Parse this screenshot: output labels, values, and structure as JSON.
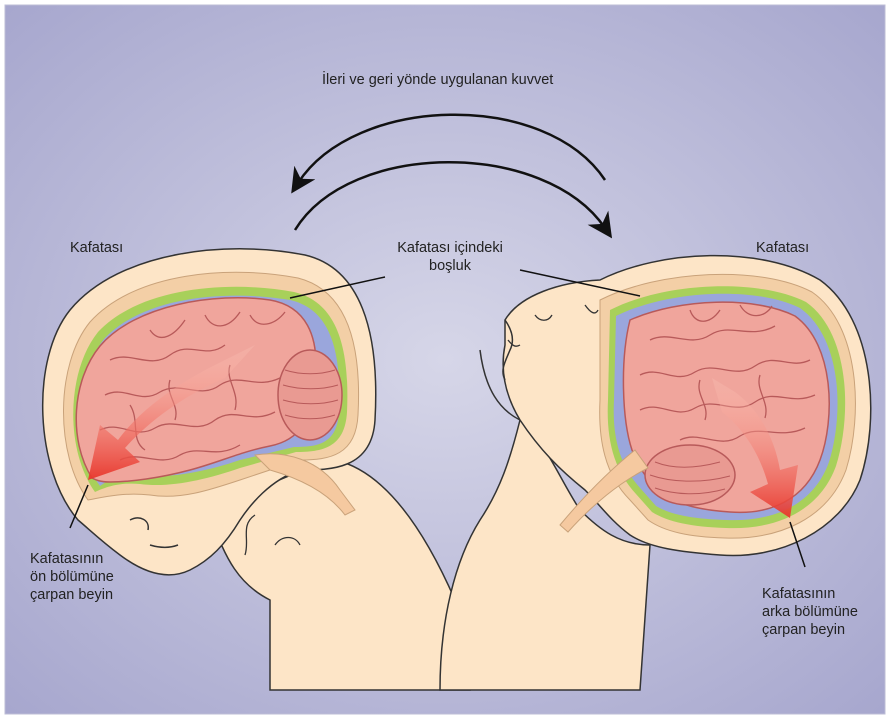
{
  "title": "İleri ve geri yönde uygulanan kuvvet",
  "labels": {
    "skull_left": "Kafatası",
    "skull_right": "Kafatası",
    "space_line1": "Kafatası içindeki",
    "space_line2": "boşluk",
    "front_impact": [
      "Kafatasının",
      "ön bölümüne",
      "çarpan beyin"
    ],
    "back_impact": [
      "Kafatasının",
      "arka bölümüne",
      "çarpan beyin"
    ]
  },
  "colors": {
    "background_center": "#cfcfe3",
    "background_edge": "#a9a9cf",
    "skin": "#fde5c7",
    "skull_outline": "#333333",
    "csf_space": "#9aa6dc",
    "dura_green": "#a8d05a",
    "brain": "#f0a59c",
    "brain_fold": "#b85a5a",
    "impact_arrow": "#e8352b"
  }
}
